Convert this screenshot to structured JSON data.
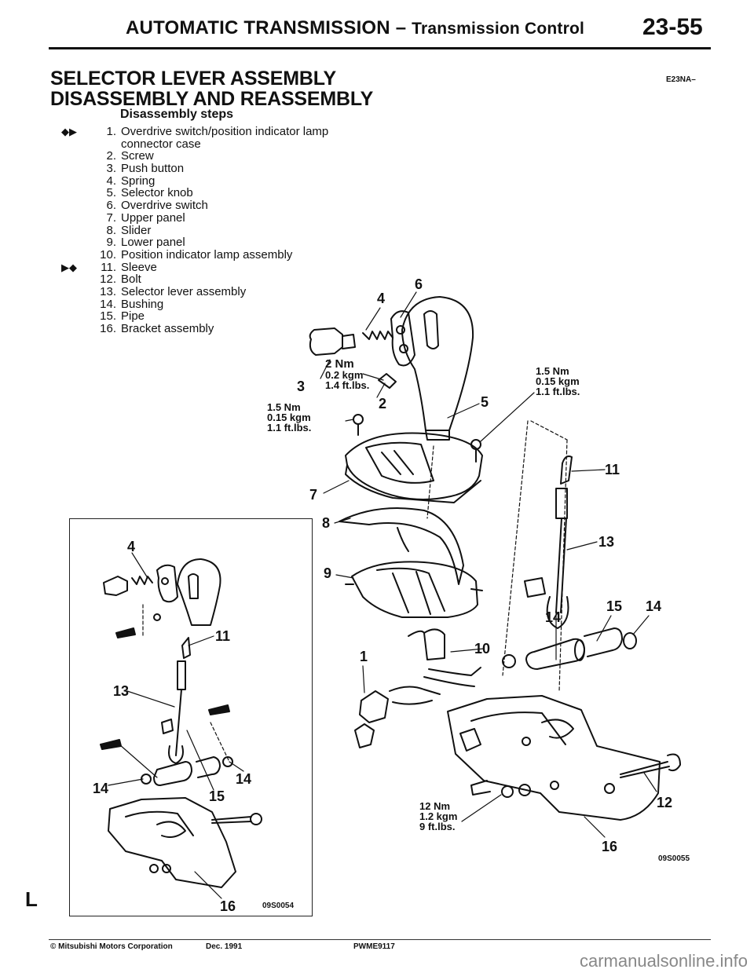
{
  "header": {
    "title_main": "AUTOMATIC TRANSMISSION",
    "title_sep": " – ",
    "title_sub": "Transmission Control",
    "page_number": "23-55"
  },
  "section": {
    "title_line1": "SELECTOR LEVER ASSEMBLY",
    "title_line2": "DISASSEMBLY AND REASSEMBLY",
    "code": "E23NA–"
  },
  "steps": {
    "heading": "Disassembly steps",
    "items": [
      {
        "mark": "◆▶",
        "num": "1.",
        "text": "Overdrive switch/position indicator lamp"
      },
      {
        "mark": "",
        "num": "",
        "text": "connector case"
      },
      {
        "mark": "",
        "num": "2.",
        "text": "Screw"
      },
      {
        "mark": "",
        "num": "3.",
        "text": "Push button"
      },
      {
        "mark": "",
        "num": "4.",
        "text": "Spring"
      },
      {
        "mark": "",
        "num": "5.",
        "text": "Selector knob"
      },
      {
        "mark": "",
        "num": "6.",
        "text": "Overdrive switch"
      },
      {
        "mark": "",
        "num": "7.",
        "text": "Upper panel"
      },
      {
        "mark": "",
        "num": "8.",
        "text": "Slider"
      },
      {
        "mark": "",
        "num": "9.",
        "text": "Lower panel"
      },
      {
        "mark": "",
        "num": "10.",
        "text": "Position indicator lamp assembly"
      },
      {
        "mark": "▶◆",
        "num": "11.",
        "text": "Sleeve"
      },
      {
        "mark": "",
        "num": "12.",
        "text": "Bolt"
      },
      {
        "mark": "",
        "num": "13.",
        "text": "Selector lever assembly"
      },
      {
        "mark": "",
        "num": "14.",
        "text": "Bushing"
      },
      {
        "mark": "",
        "num": "15.",
        "text": "Pipe"
      },
      {
        "mark": "",
        "num": "16.",
        "text": "Bracket assembly"
      }
    ]
  },
  "figure_main": {
    "callouts": {
      "c1": "1",
      "c2": "2",
      "c3": "3",
      "c4": "4",
      "c5": "5",
      "c6": "6",
      "c7": "7",
      "c8": "8",
      "c9": "9",
      "c10": "10",
      "c11": "11",
      "c12": "12",
      "c13": "13",
      "c14a": "14",
      "c14b": "14",
      "c15": "15",
      "c16": "16"
    },
    "torque_button_screw": [
      "2 Nm",
      "0.2 kgm",
      "1.4 ft.lbs."
    ],
    "torque_left_screw": [
      "1.5 Nm",
      "0.15 kgm",
      "1.1 ft.lbs."
    ],
    "torque_right_screw": [
      "1.5 Nm",
      "0.15 kgm",
      "1.1 ft.lbs."
    ],
    "torque_bracket_nuts": [
      "12 Nm",
      "1.2 kgm",
      "9 ft.lbs."
    ],
    "figure_code": "09S0055"
  },
  "figure_inset": {
    "callouts": {
      "c4": "4",
      "c11": "11",
      "c13": "13",
      "c14a": "14",
      "c14b": "14",
      "c15": "15",
      "c16": "16"
    },
    "figure_code": "09S0054"
  },
  "footer": {
    "copyright": "© Mitsubishi Motors Corporation",
    "date": "Dec. 1991",
    "pub_code": "PWME9117"
  },
  "watermark": "carmanualsonline.info"
}
